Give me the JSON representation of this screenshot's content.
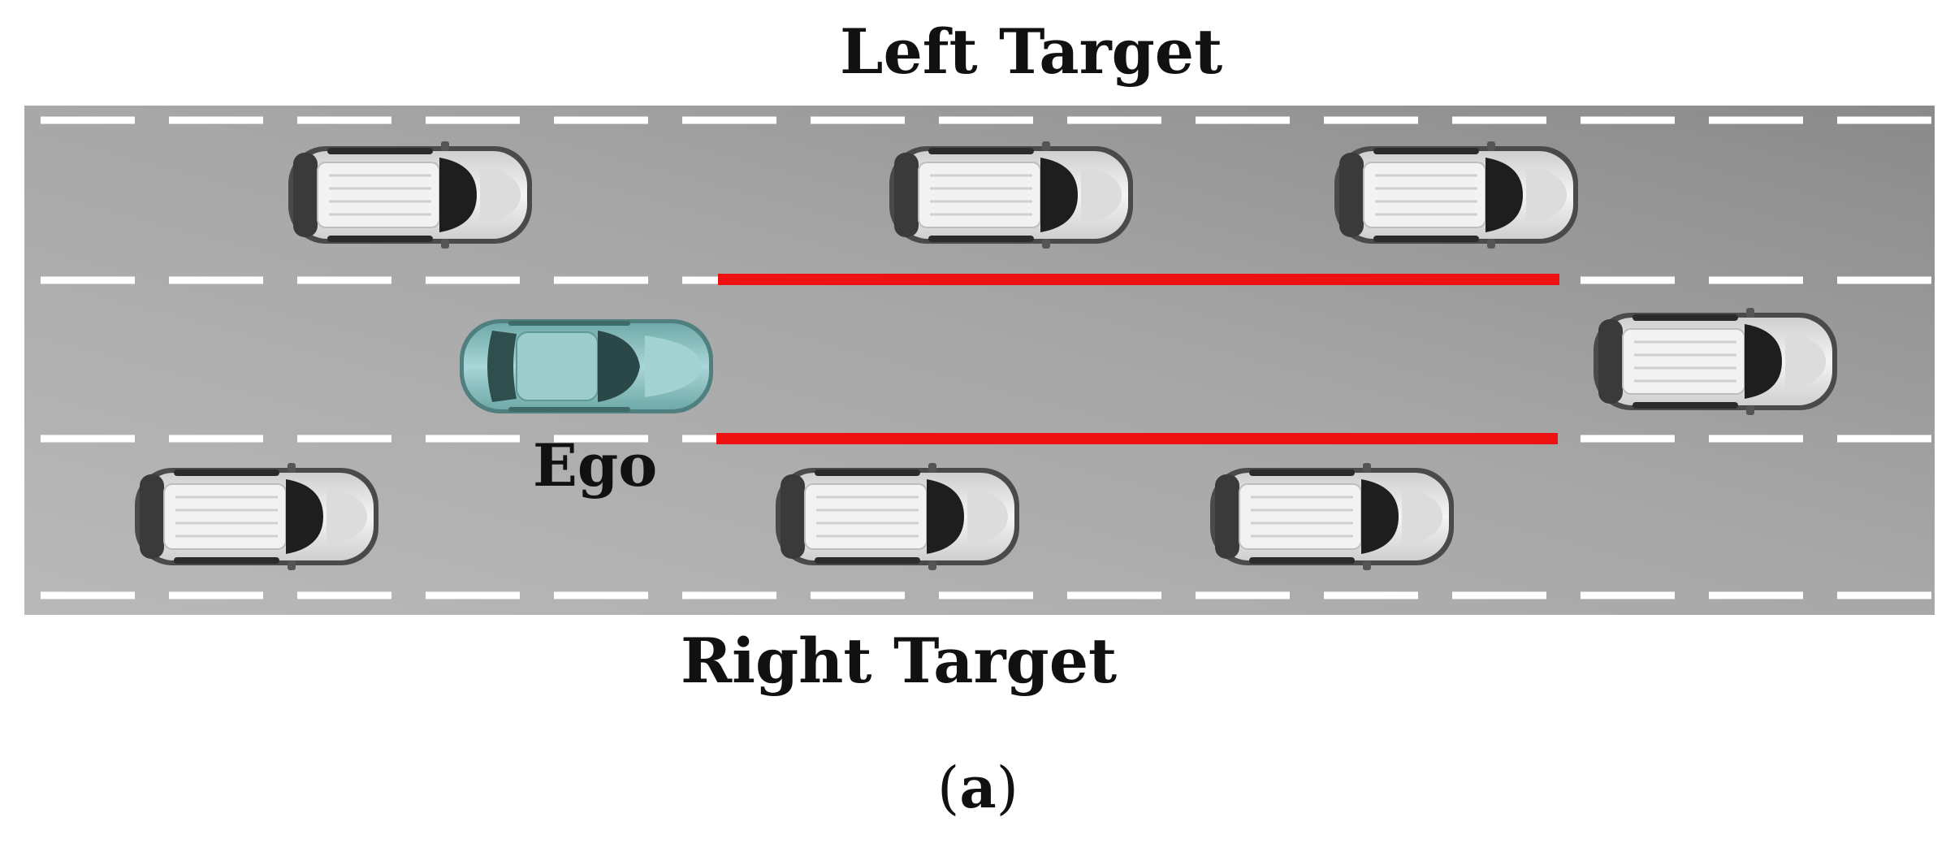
{
  "labels": {
    "left_target": "Left Target",
    "right_target": "Right Target",
    "ego": "Ego",
    "caption_letter": "a"
  },
  "colors": {
    "road_light": "#b9b9b9",
    "road_dark": "#8a8a8a",
    "lane_marking": "#ffffff",
    "gap_line": "#ee1111",
    "ego_car": "#8fc4c4",
    "other_car": "#e6e6e6"
  },
  "icons": {
    "ego_vehicle": "car-top-view-icon",
    "other_vehicle": "car-top-view-icon"
  }
}
